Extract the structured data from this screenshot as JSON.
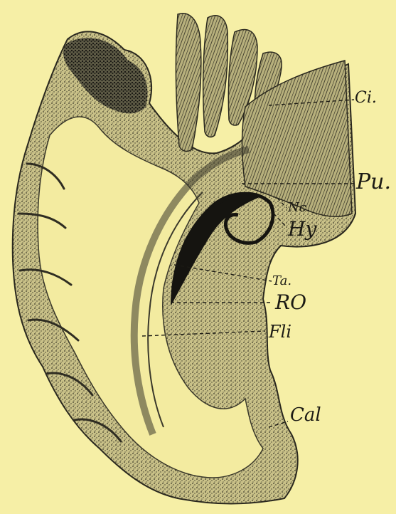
{
  "labels": {
    "ci": "Ci.",
    "pu": "Pu.",
    "nc": "Nc.",
    "hy": "Hy",
    "ta": "Ta.",
    "ro": "RO",
    "fli": "Fli",
    "cal": "Cal"
  },
  "colors": {
    "paper": "#f6efa6",
    "ink": "#1b1a14",
    "gray_matter": "#b8b07a"
  }
}
